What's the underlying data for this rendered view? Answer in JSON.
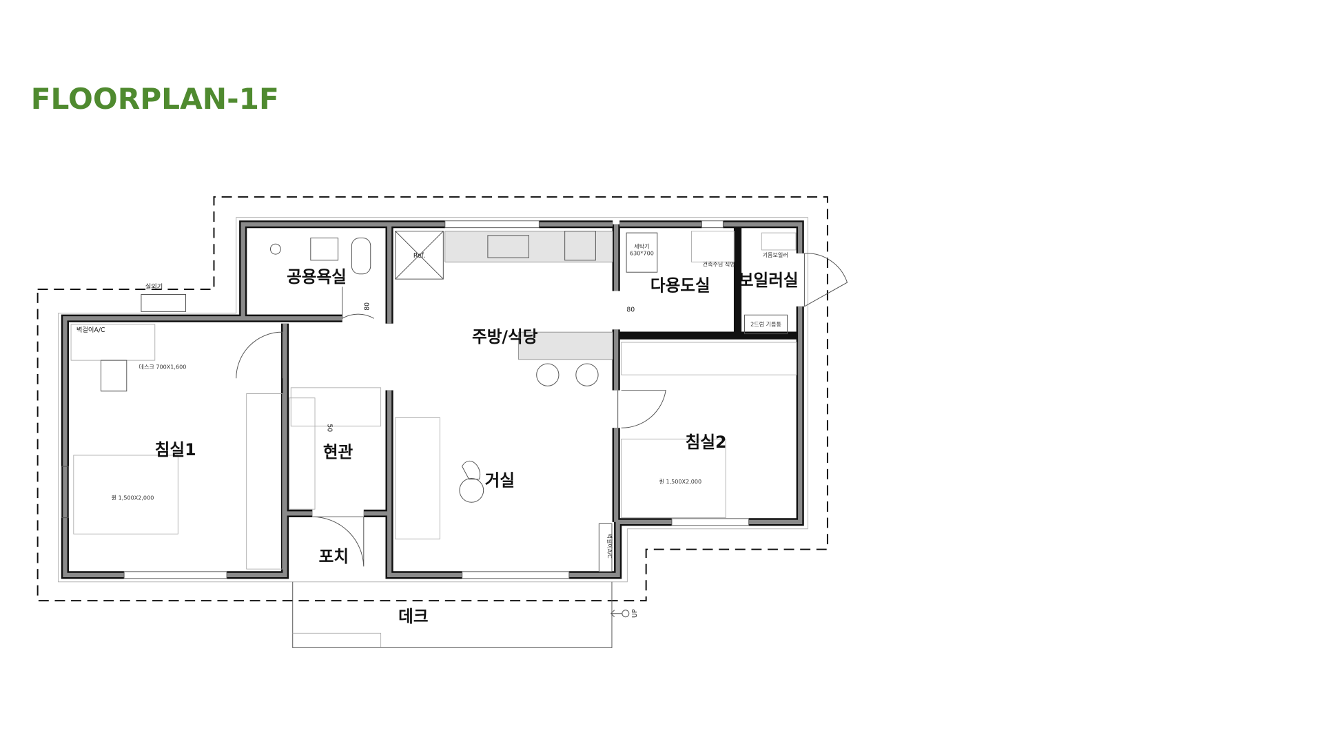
{
  "title": "FLOORPLAN-1F",
  "colors": {
    "title": "#4f8a2f",
    "wall": "#8a8a8a",
    "wall_outline": "#111111"
  },
  "rooms": {
    "bathroom": "공용욕실",
    "kitchen": "주방/식당",
    "utility": "다용도실",
    "boiler": "보일러실",
    "bedroom1": "침실1",
    "entrance": "현관",
    "living": "거실",
    "bedroom2": "침실2",
    "porch": "포치",
    "deck": "데크"
  },
  "annotations": {
    "outdoor_unit": "실외기",
    "wall_ac_1": "벽걸이A/C",
    "desk": "데스크 700X1,600",
    "bed1": "퀸 1,500X2,000",
    "bed2": "퀸 1,500X2,000",
    "washer_line1": "세탁기",
    "washer_line2": "630*700",
    "owner_direct": "건축주님 직영",
    "oil_boiler": "기름보일러",
    "oil_tank": "2드럼 기름통",
    "fridge": "Ref.",
    "dim_bath_door": "80",
    "dim_util_door": "80",
    "dim_entry": "50",
    "wall_ac_2": "벽걸이A/C",
    "up": "UP"
  }
}
